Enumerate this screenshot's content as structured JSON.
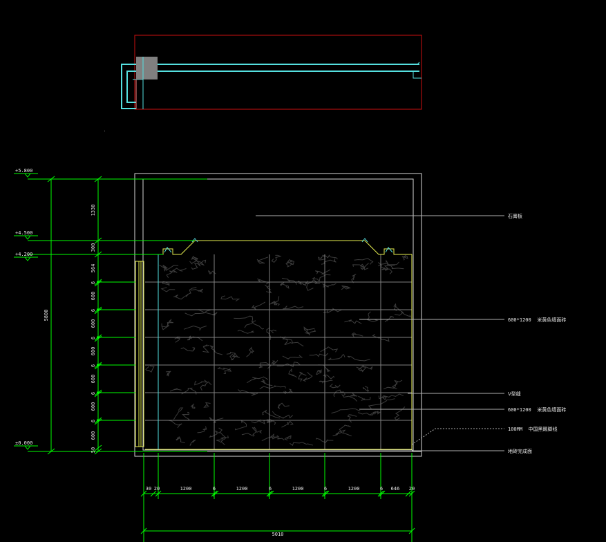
{
  "colors": {
    "background": "#000000",
    "dimension_green": "#00ff00",
    "outline_white": "#d8d8d8",
    "section_cyan": "#55e0e0",
    "section_red": "#cc1111",
    "ceiling_yellow": "#e8f050",
    "tile_gray": "#808080",
    "marble_texture": "#3c3c3c",
    "leader_gray": "#b0b0b0"
  },
  "elevation_marks": [
    "+5.800",
    "+4.500",
    "+4.200",
    "±0.000"
  ],
  "vertical_dims": {
    "total": "5800",
    "segments": [
      "1330",
      "300",
      "564",
      "6",
      "600",
      "6",
      "600",
      "6",
      "600",
      "6",
      "600",
      "6",
      "600",
      "6",
      "600",
      "50"
    ]
  },
  "horizontal_dims": {
    "total": "5010",
    "segments": [
      "30",
      "20",
      "1200",
      "6",
      "1200",
      "6",
      "1200",
      "6",
      "1200",
      "6",
      "646",
      "20"
    ]
  },
  "callouts": [
    {
      "id": "plaster_ceiling",
      "text": "石膏板"
    },
    {
      "id": "wall_tile_upper",
      "code": "600*1200",
      "text": "米黄色墙面砖"
    },
    {
      "id": "v_groove",
      "text": "V型缝"
    },
    {
      "id": "wall_tile_lower",
      "code": "600*1200",
      "text": "米黄色墙面砖"
    },
    {
      "id": "skirting",
      "code": "100MM",
      "text": "中国黑踢脚线"
    },
    {
      "id": "floor_finish",
      "text": "地砖完成面"
    }
  ],
  "icons": {
    "elevation_marker": "elevation-triangle-icon",
    "dimension_tick": "dimension-tick-icon"
  }
}
